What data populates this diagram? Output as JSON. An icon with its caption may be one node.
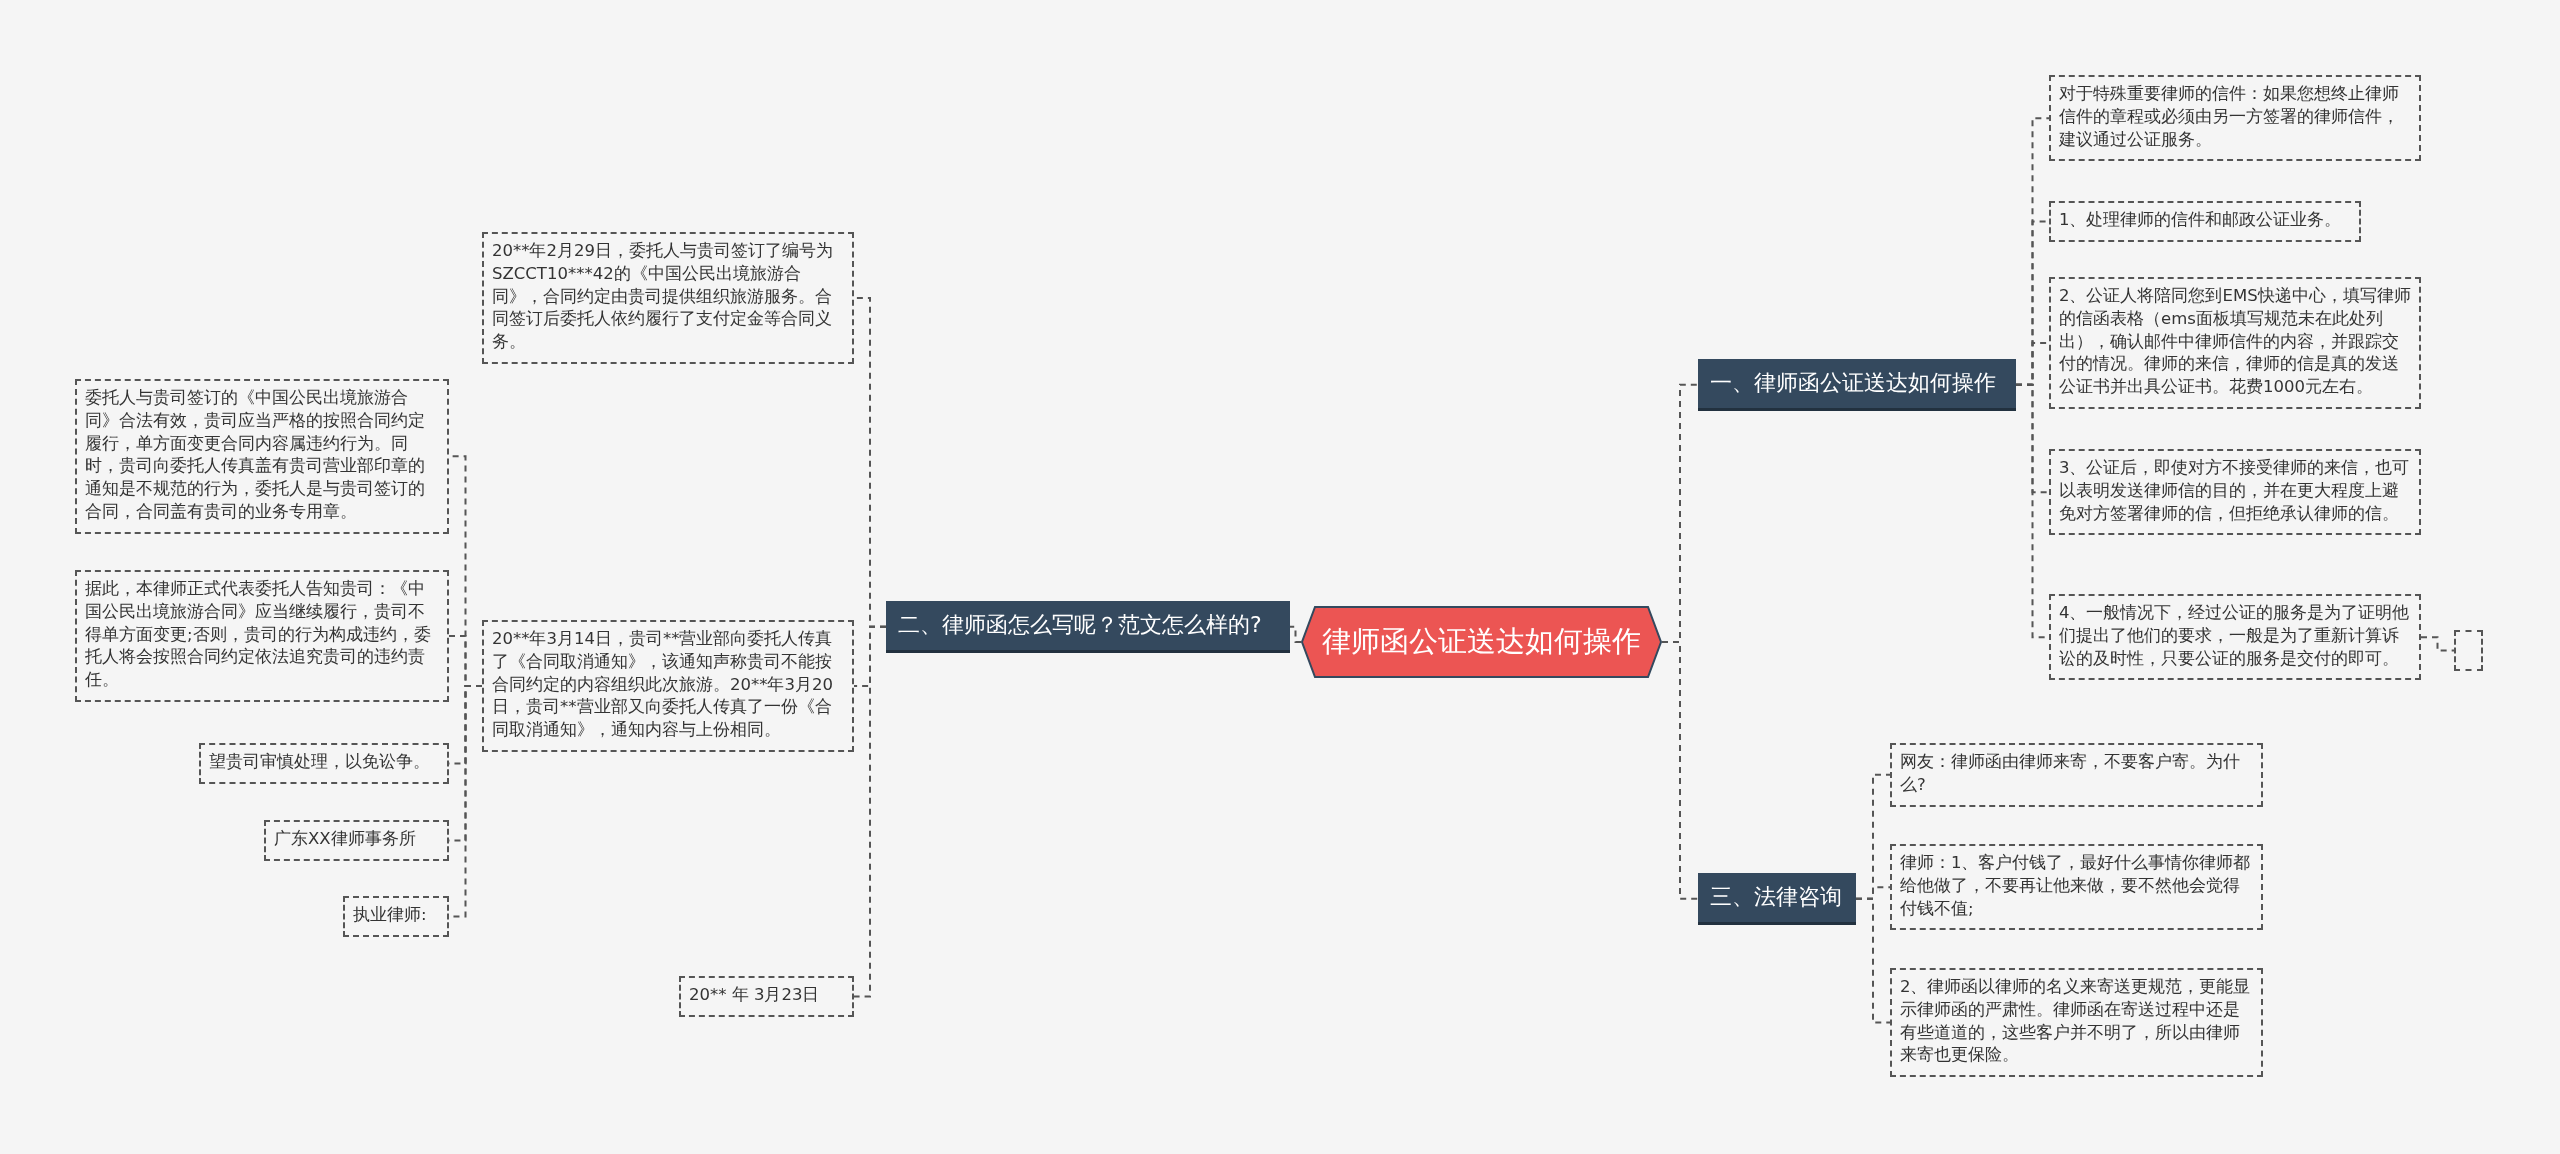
{
  "diagram": {
    "nodes": [
      {
        "text": [
          "律师函公证送达如何操作"
        ]
      },
      {
        "text": [
          "二、律师函怎么写呢？范文怎么样的?"
        ]
      },
      {
        "text": [
          "20**年2月29日，委托人与贵司签订了编号为SZCCT10***42的《中国公民出境旅游合同》，合同约定由贵司提供组织旅游服务。合同签订后委托人依约履行了支付定金等合同义务。"
        ]
      },
      {
        "text": [
          "20**年3月14日，贵司**营业部向委托人传真了《合同取消通知》，该通知声称贵司不能按合同约定的内容组织此次旅游。20**年3月20日，贵司**营业部又向委托人传真了一份《合同取消通知》，通知内容与上份相同。"
        ]
      },
      {
        "text": [
          "委托人与贵司签订的《中国公民出境旅游合同》合法有效，贵司应当严格的按照合同约定履行，单方面变更合同内容属违约行为。同时，贵司向委托人传真盖有贵司营业部印章的通知是不规范的行为，委托人是与贵司签订的合同，合同盖有贵司的业务专用章。"
        ]
      },
      {
        "text": [
          "据此，本律师正式代表委托人告知贵司：《中国公民出境旅游合同》应当继续履行，贵司不得单方面变更;否则，贵司的行为构成违约，委托人将会按照合同约定依法追究贵司的违约责任。"
        ]
      },
      {
        "text": [
          "望贵司审慎处理，以免讼争。"
        ]
      },
      {
        "text": [
          "广东XX律师事务所"
        ]
      },
      {
        "text": [
          "执业律师:"
        ]
      },
      {
        "text": [
          "20** 年 3月23日"
        ]
      },
      {
        "text": [
          "一、律师函公证送达如何操作"
        ]
      },
      {
        "text": [
          "对于特殊重要律师的信件：如果您想终止律师信件的章程或必须由另一方签署的律师信件，建议通过公证服务。"
        ]
      },
      {
        "text": [
          "1、处理律师的信件和邮政公证业务。"
        ]
      },
      {
        "text": [
          "2、公证人将陪同您到EMS快递中心，填写律师的信函表格（ems面板填写规范未在此处列出），确认邮件中律师信件的内容，并跟踪交付的情况。律师的来信，律师的信是真的发送公证书并出具公证书。花费1000元左右。"
        ]
      },
      {
        "text": [
          "3、公证后，即使对方不接受律师的来信，也可以表明发送律师信的目的，并在更大程度上避免对方签署律师的信，但拒绝承认律师的信。"
        ]
      },
      {
        "text": [
          "4、一般情况下，经过公证的服务是为了证明他们提出了他们的要求，一般是为了重新计算诉讼的及时性，只要公证的服务是交付的即可。"
        ]
      },
      {
        "text": [],
        "shape": "box"
      },
      {
        "text": [
          "三、法律咨询"
        ]
      },
      {
        "text": [
          "网友：律师函由律师来寄，不要客户寄。为什么?"
        ]
      },
      {
        "text": [
          "律师：1、客户付钱了，最好什么事情你律师都给他做了，不要再让他来做，要不然他会觉得付钱不值;"
        ]
      },
      {
        "text": [
          "2、律师函以律师的名义来寄送更规范，更能显示律师函的严肃性。律师函在寄送过程中还是有些道道的，这些客户并不明了，所以由律师来寄也更保险。"
        ]
      }
    ],
    "edges": [
      {
        "from": 0,
        "to": 1,
        "arrow": "none"
      },
      {
        "from": 1,
        "to": 2,
        "arrow": "none"
      },
      {
        "from": 1,
        "to": 3,
        "arrow": "none"
      },
      {
        "from": 3,
        "to": 4,
        "arrow": "none"
      },
      {
        "from": 3,
        "to": 5,
        "arrow": "none"
      },
      {
        "from": 3,
        "to": 6,
        "arrow": "none"
      },
      {
        "from": 3,
        "to": 7,
        "arrow": "none"
      },
      {
        "from": 3,
        "to": 8,
        "arrow": "none"
      },
      {
        "from": 1,
        "to": 9,
        "arrow": "none"
      },
      {
        "from": 0,
        "to": 10,
        "arrow": "none"
      },
      {
        "from": 10,
        "to": 11,
        "arrow": "none"
      },
      {
        "from": 10,
        "to": 12,
        "arrow": "none"
      },
      {
        "from": 10,
        "to": 13,
        "arrow": "none"
      },
      {
        "from": 10,
        "to": 14,
        "arrow": "none"
      },
      {
        "from": 10,
        "to": 15,
        "arrow": "none"
      },
      {
        "from": 15,
        "to": 16,
        "arrow": "none"
      },
      {
        "from": 0,
        "to": 17,
        "arrow": "none"
      },
      {
        "from": 17,
        "to": 18,
        "arrow": "none"
      },
      {
        "from": 17,
        "to": 19,
        "arrow": "none"
      },
      {
        "from": 17,
        "to": 20,
        "arrow": "none"
      }
    ]
  }
}
